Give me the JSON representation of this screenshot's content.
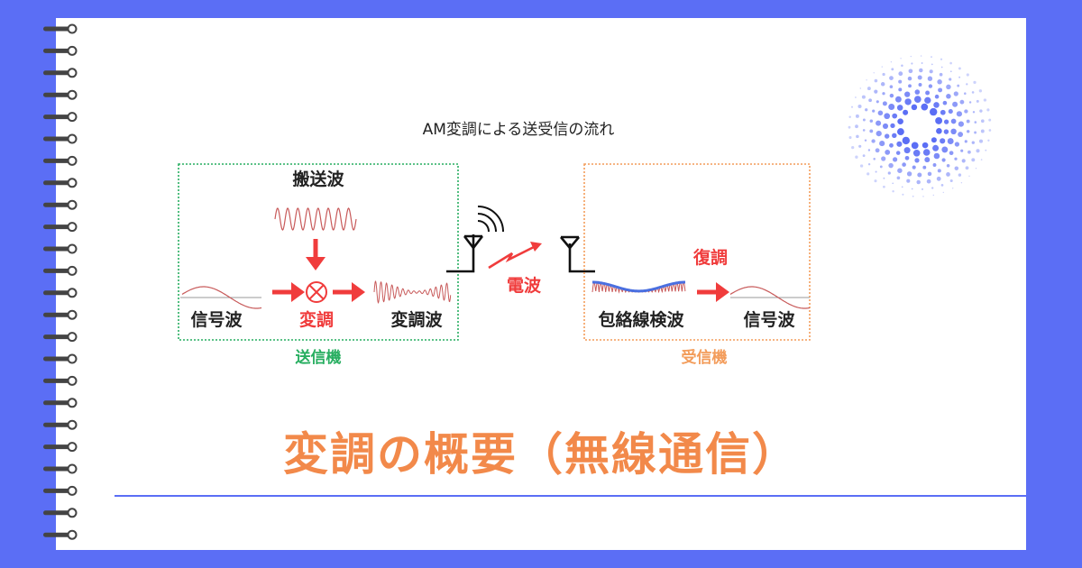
{
  "diagram": {
    "title": "AM変調による送受信の流れ",
    "transmitter": {
      "label": "送信機",
      "carrier_label": "搬送波",
      "signal_label": "信号波",
      "modulation_label": "変調",
      "modulated_label": "変調波"
    },
    "radio_wave_label": "電波",
    "receiver": {
      "label": "受信機",
      "demodulation_label": "復調",
      "envelope_label": "包絡線検波",
      "signal_label": "信号波"
    }
  },
  "main_title": "変調の概要（無線通信）",
  "colors": {
    "background": "#5b6ef5",
    "paper": "#ffffff",
    "accent_orange": "#f2894a",
    "transmitter_green": "#27ae60",
    "receiver_orange": "#f39c5a",
    "arrow_red": "#f03c3c",
    "wave_red": "#c85a5a",
    "envelope_blue": "#4a6fe0"
  }
}
